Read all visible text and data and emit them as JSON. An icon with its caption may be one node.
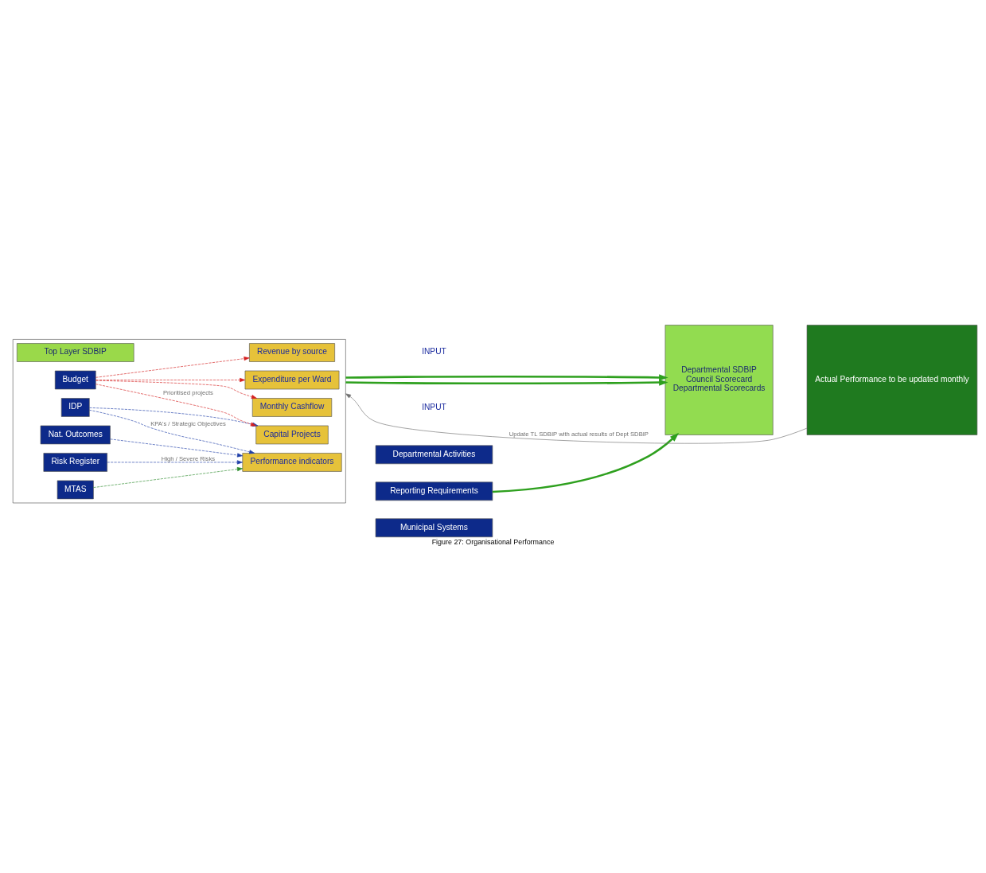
{
  "diagram": {
    "caption": "Figure 27: Organisational Performance",
    "nodes": [
      {
        "text": [],
        "shape": "box"
      },
      {
        "text": [
          "Top Layer SDBIP"
        ],
        "in": 0
      },
      {
        "text": [
          "IDP"
        ],
        "in": 0
      },
      {
        "text": [
          "Budget"
        ],
        "in": 0
      },
      {
        "text": [
          "MTAS"
        ],
        "in": 0
      },
      {
        "text": [
          "Nat. Outcomes"
        ],
        "in": 0
      },
      {
        "text": [
          "Risk Register"
        ],
        "in": 0
      },
      {
        "text": [
          "Performance indicators"
        ],
        "in": 0
      },
      {
        "text": [
          "Capital Projects"
        ],
        "in": 0
      },
      {
        "text": [
          "Revenue by source"
        ],
        "in": 0
      },
      {
        "text": [
          "Monthly Cashflow"
        ],
        "in": 0
      },
      {
        "text": [
          "Expenditure per Ward"
        ],
        "in": 0
      },
      {
        "text": [
          "Departmental Activities"
        ]
      },
      {
        "text": [
          "Reporting Requirements"
        ]
      },
      {
        "text": [
          "Municipal Systems"
        ]
      },
      {
        "text": [
          "Departmental SDBIP",
          "Council Scorecard",
          "Departmental Scorecards"
        ]
      },
      {
        "text": [
          "Actual Performance to be updated monthly"
        ]
      }
    ],
    "edges": [
      {
        "from": 2,
        "to": 7,
        "arrow": "to",
        "label": "KPA's / Strategic Objectives",
        "style": "dashed",
        "color": "#1f3fa8"
      },
      {
        "from": 2,
        "to": 8,
        "arrow": "to",
        "style": "dashed",
        "color": "#1f3fa8"
      },
      {
        "from": 3,
        "to": 8,
        "arrow": "to",
        "label": "Prioritised projects",
        "style": "dashed",
        "color": "#d42020"
      },
      {
        "from": 3,
        "to": 9,
        "arrow": "to",
        "style": "dashed",
        "color": "#d42020"
      },
      {
        "from": 3,
        "to": 10,
        "arrow": "to",
        "style": "dashed",
        "color": "#d42020"
      },
      {
        "from": 3,
        "to": 11,
        "arrow": "to",
        "style": "dashed",
        "color": "#d42020"
      },
      {
        "from": 4,
        "to": 7,
        "arrow": "to",
        "style": "dashed",
        "color": "#2a8a2a"
      },
      {
        "from": 5,
        "to": 7,
        "arrow": "to",
        "style": "dashed",
        "color": "#1f3fa8"
      },
      {
        "from": 6,
        "to": 7,
        "arrow": "to",
        "label": "High / Severe Risks",
        "style": "dashed",
        "color": "#1f3fa8"
      },
      {
        "from": 0,
        "to": 15,
        "arrow": "to",
        "style": "thick",
        "color": "#2ea01e"
      },
      {
        "from": 0,
        "to": 15,
        "arrow": "to",
        "style": "thick",
        "color": "#2ea01e"
      },
      {
        "from": 13,
        "to": 15,
        "arrow": "to",
        "style": "thick",
        "color": "#2ea01e"
      },
      {
        "from": 16,
        "to": 0,
        "arrow": "to",
        "label": "Update TL SDBIP with actual results of Dept SDBIP",
        "color": "#707070"
      }
    ],
    "labels": [
      "INPUT",
      "INPUT"
    ]
  }
}
